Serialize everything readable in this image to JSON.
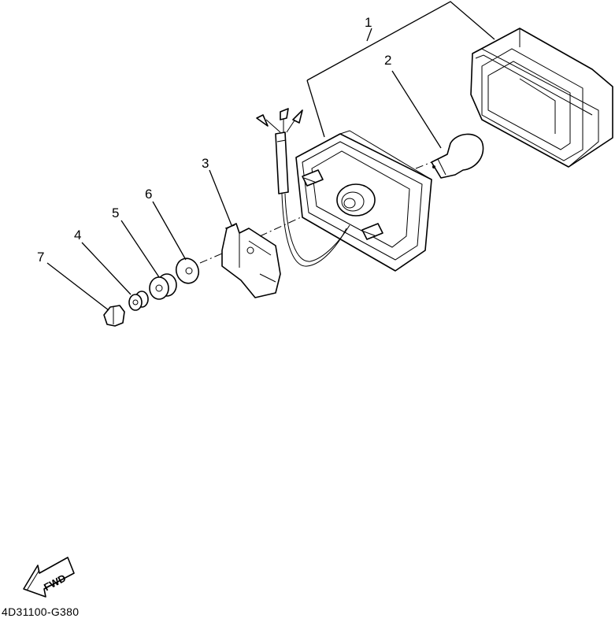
{
  "diagram": {
    "callouts": [
      "1",
      "2",
      "3",
      "4",
      "5",
      "6",
      "7"
    ],
    "fwd_label": "FWD",
    "drawing_code": "4D31100-G380"
  }
}
